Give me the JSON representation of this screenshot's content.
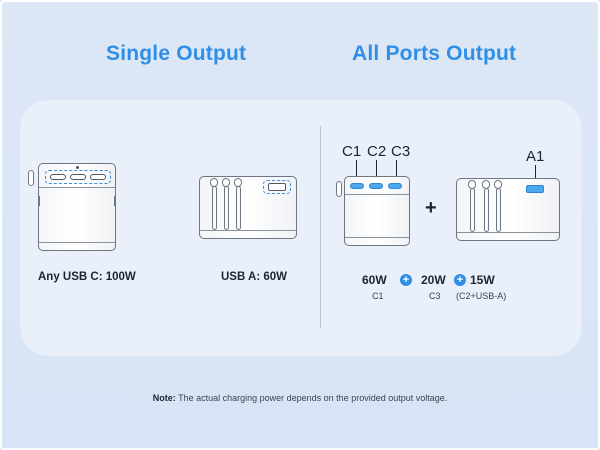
{
  "headings": {
    "single": "Single Output",
    "all": "All Ports Output"
  },
  "single_output": {
    "usb_c_caption": "Any USB C: 100W",
    "usb_a_caption": "USB A: 60W"
  },
  "all_ports": {
    "port_labels": [
      "C1",
      "C2",
      "C3",
      "A1"
    ],
    "plus_symbol": "+",
    "plus_circle": "+",
    "outputs": [
      {
        "watt": "60W",
        "port": "C1"
      },
      {
        "watt": "20W",
        "port": "C3"
      },
      {
        "watt": "15W",
        "port": "(C2+USB-A)"
      }
    ]
  },
  "note": {
    "label": "Note:",
    "text": "The actual charging power depends on the provided output voltage."
  },
  "colors": {
    "accent": "#2f8fe6",
    "port_highlight": "#4aa7f0",
    "background": "#dbe6f6",
    "panel": "#e9f0fa"
  }
}
